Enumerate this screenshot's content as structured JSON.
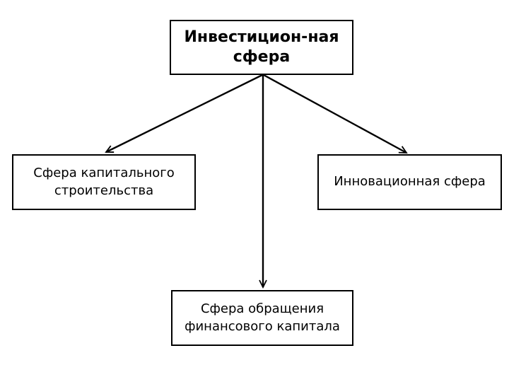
{
  "diagram": {
    "background_color": "#ffffff",
    "line_color": "#000000",
    "text_color": "#000000",
    "nodes": {
      "root": {
        "label": "Инвестицион-ная\nсфера"
      },
      "capital_construction": {
        "label": "Сфера капитального\nстроительства"
      },
      "innovation": {
        "label": "Инновационная сфера"
      },
      "financial_capital": {
        "label": "Сфера обращения\nфинансового капитала"
      }
    },
    "edges": [
      {
        "from": "root",
        "to": "capital_construction"
      },
      {
        "from": "root",
        "to": "innovation"
      },
      {
        "from": "root",
        "to": "financial_capital"
      }
    ]
  }
}
